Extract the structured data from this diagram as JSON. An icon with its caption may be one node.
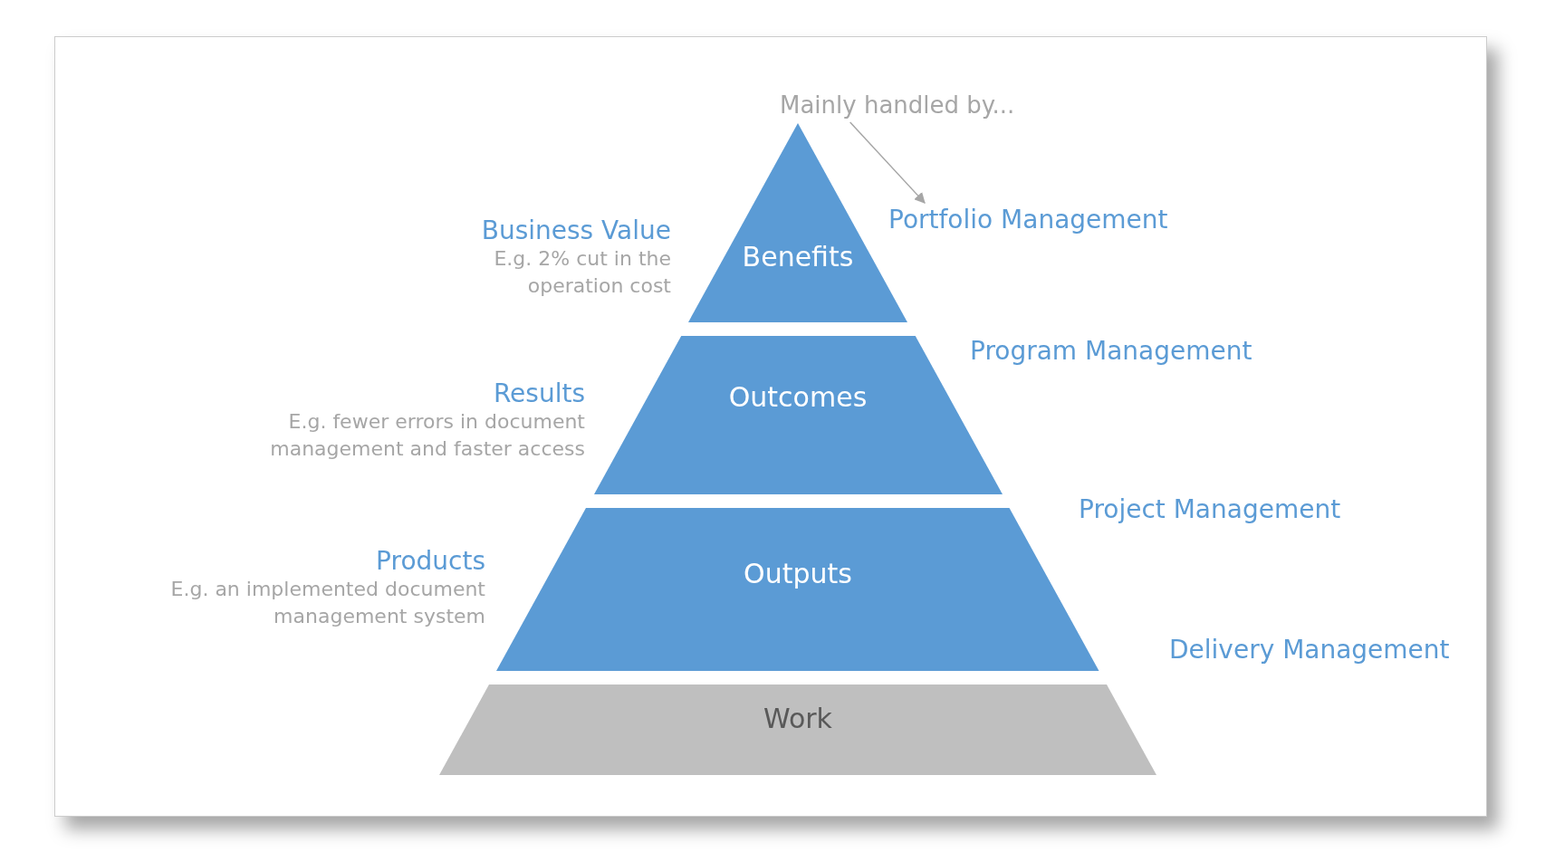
{
  "diagram": {
    "nodes": [
      {
        "text": [
          "Benefits"
        ],
        "beside": [
          "Business Value",
          "E.g. 2% cut in the operation cost"
        ]
      },
      {
        "text": [
          "Outcomes"
        ],
        "beside": [
          "Results",
          "E.g. fewer errors in document management and faster access"
        ]
      },
      {
        "text": [
          "Outputs"
        ],
        "beside": [
          "Products",
          "E.g. an implemented document management system"
        ]
      },
      {
        "text": [
          "Work"
        ]
      },
      {
        "text": [
          "Mainly handled by..."
        ]
      },
      {
        "text": [
          "Portfolio Management"
        ]
      },
      {
        "text": [
          "Program Management"
        ]
      },
      {
        "text": [
          "Project Management"
        ]
      },
      {
        "text": [
          "Delivery Management"
        ]
      }
    ],
    "edges": [
      {
        "from": 4,
        "to": 5,
        "arrow": "to"
      }
    ]
  }
}
